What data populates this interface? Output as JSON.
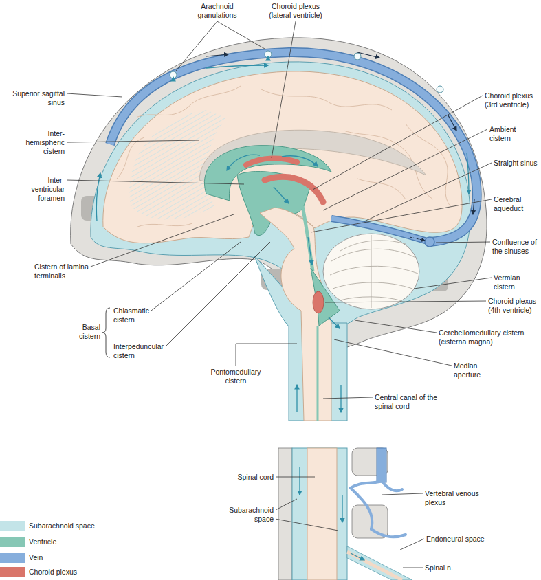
{
  "diagram": {
    "labels": [
      "Arachnoid granulations",
      "Choroid plexus (lateral ventricle)",
      "Superior sagittal sinus",
      "Inter-hemispheric cistern",
      "Inter-ventricular foramen",
      "Cistern of lamina terminalis",
      "Chiasmatic cistern",
      "Basal cistern",
      "Interpeduncular cistern",
      "Pontomedullary cistern",
      "Choroid plexus (3rd ventricle)",
      "Ambient cistern",
      "Straight sinus",
      "Cerebral aqueduct",
      "Confluence of the sinuses",
      "Vermian cistern",
      "Choroid plexus (4th ventricle)",
      "Cerebellomedullary cistern (cisterna magna)",
      "Median aperture",
      "Central canal of the spinal cord",
      "Spinal cord",
      "Subarachnoid space",
      "Vertebral venous plexus",
      "Endoneural space",
      "Spinal n."
    ],
    "legend": [
      {
        "text": "Subarachnoid space",
        "color": "#c3e4e8"
      },
      {
        "text": "Ventricle",
        "color": "#86c7b5"
      },
      {
        "text": "Vein",
        "color": "#86aedc"
      },
      {
        "text": "Choroid plexus",
        "color": "#d9756a"
      }
    ]
  }
}
